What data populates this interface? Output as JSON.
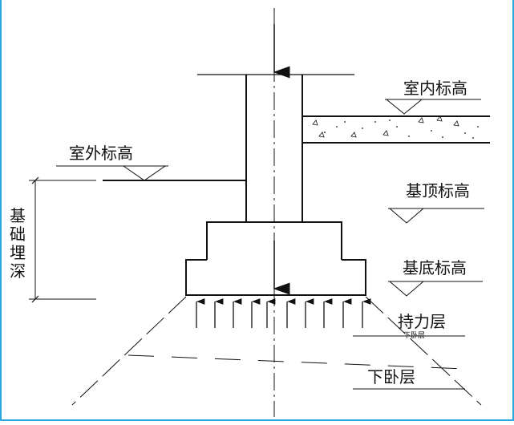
{
  "labels": {
    "indoor_elevation": "室内标高",
    "outdoor_elevation": "室外标高",
    "foundation_top_elevation": "基顶标高",
    "foundation_bottom_elevation": "基底标高",
    "bearing_layer": "持力层",
    "bearing_layer_small": "下卧层",
    "underlying_layer": "下卧层",
    "burial_depth_chars": [
      "基",
      "础",
      "埋",
      "深"
    ]
  },
  "colors": {
    "line": "#111111",
    "frame": "#29a8e0",
    "background": "#ffffff"
  }
}
